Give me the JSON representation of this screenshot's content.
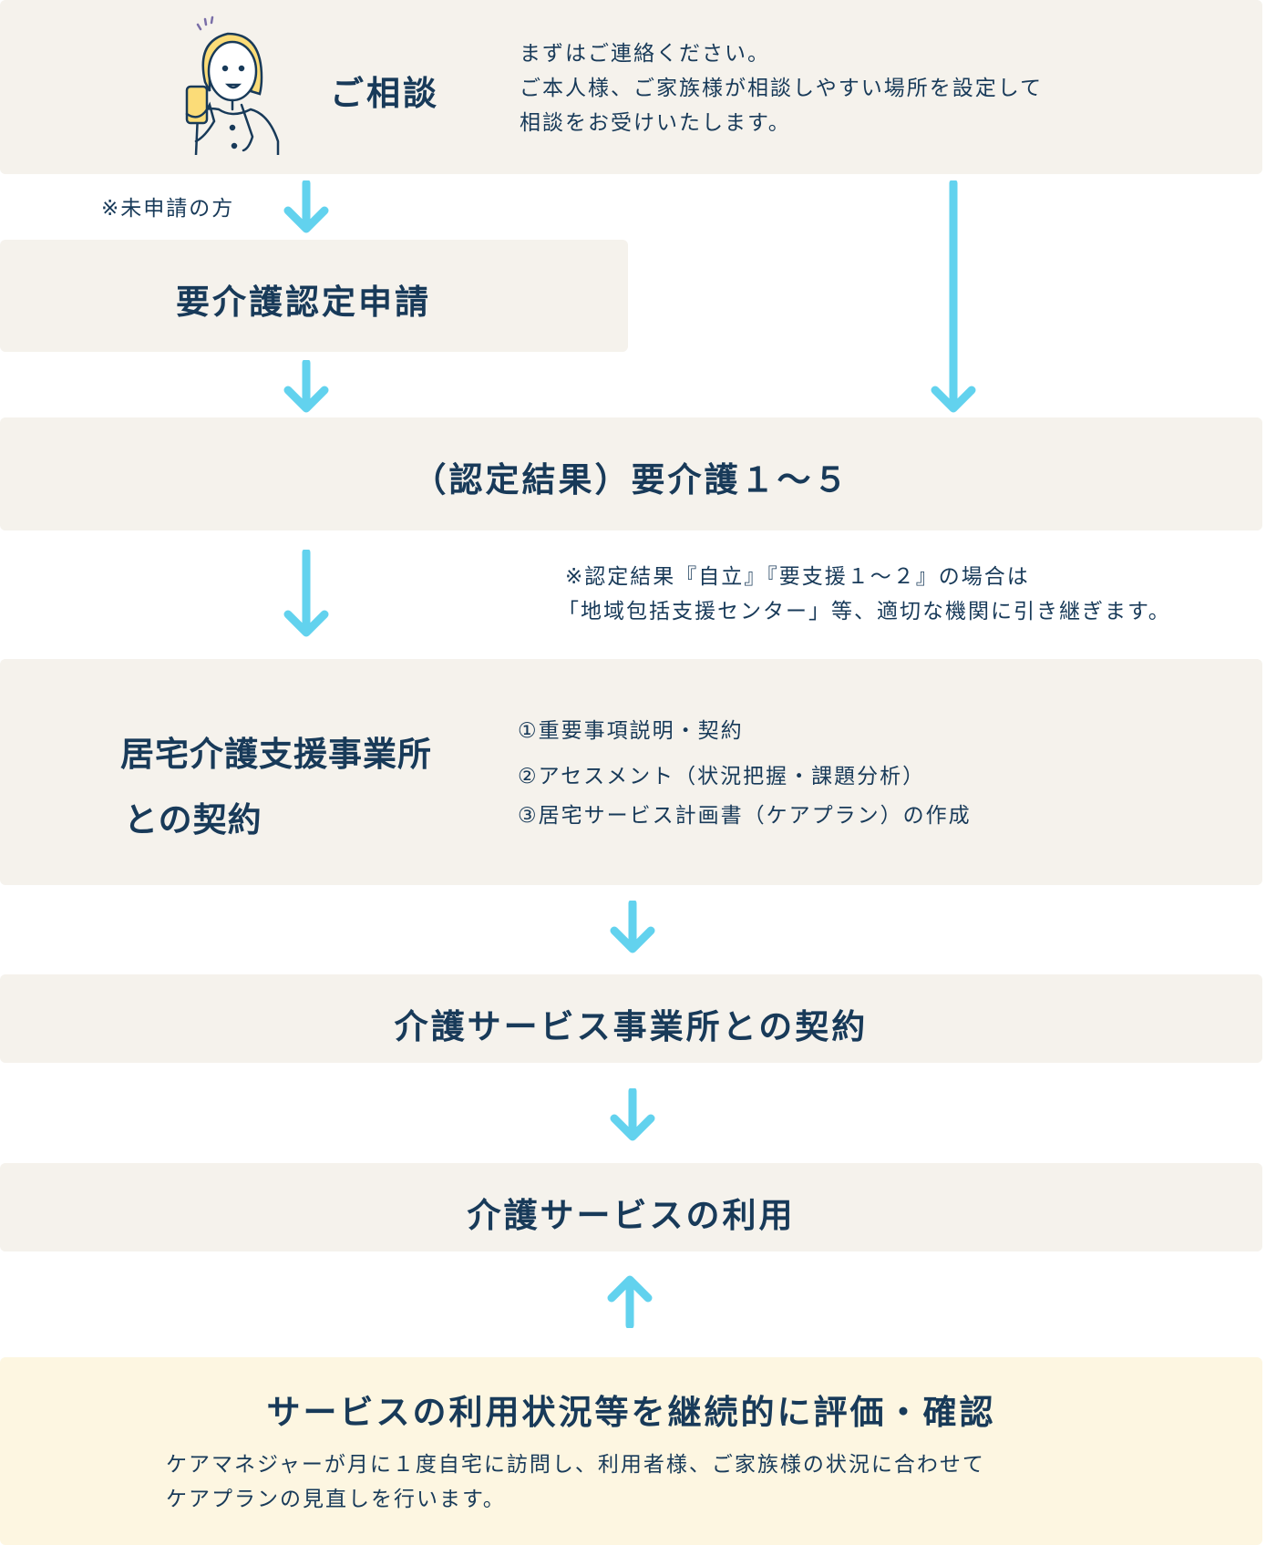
{
  "colors": {
    "box": "#f5f2ec",
    "highlight_box": "#fdf6e1",
    "text": "#183a59",
    "arrow": "#62d2ee"
  },
  "step1": {
    "title": "ご相談",
    "lines": [
      "まずはご連絡ください。",
      "ご本人様、ご家族様が相談しやすい場所を設定して",
      "相談をお受けいたします。"
    ],
    "icon": "woman-with-phone-illustration"
  },
  "branch_note": "※未申請の方",
  "step2": {
    "title": "要介護認定申請"
  },
  "step3": {
    "title": "（認定結果）要介護１～５"
  },
  "step3_note": [
    "※認定結果『自立』『要支援１～２』の場合は",
    "「地域包括支援センター」等、適切な機関に引き継ぎます。"
  ],
  "step4": {
    "title_lines": [
      "居宅介護支援事業所",
      "との契約"
    ],
    "items": [
      "①重要事項説明・契約",
      "②アセスメント（状況把握・課題分析）",
      "③居宅サービス計画書（ケアプラン）の作成"
    ]
  },
  "step5": {
    "title": "介護サービス事業所との契約"
  },
  "step6": {
    "title": "介護サービスの利用"
  },
  "step7": {
    "title": "サービスの利用状況等を継続的に評価・確認",
    "lines": [
      "ケアマネジャーが月に１度自宅に訪問し、利用者様、ご家族様の状況に合わせて",
      "ケアプランの見直しを行います。"
    ]
  }
}
